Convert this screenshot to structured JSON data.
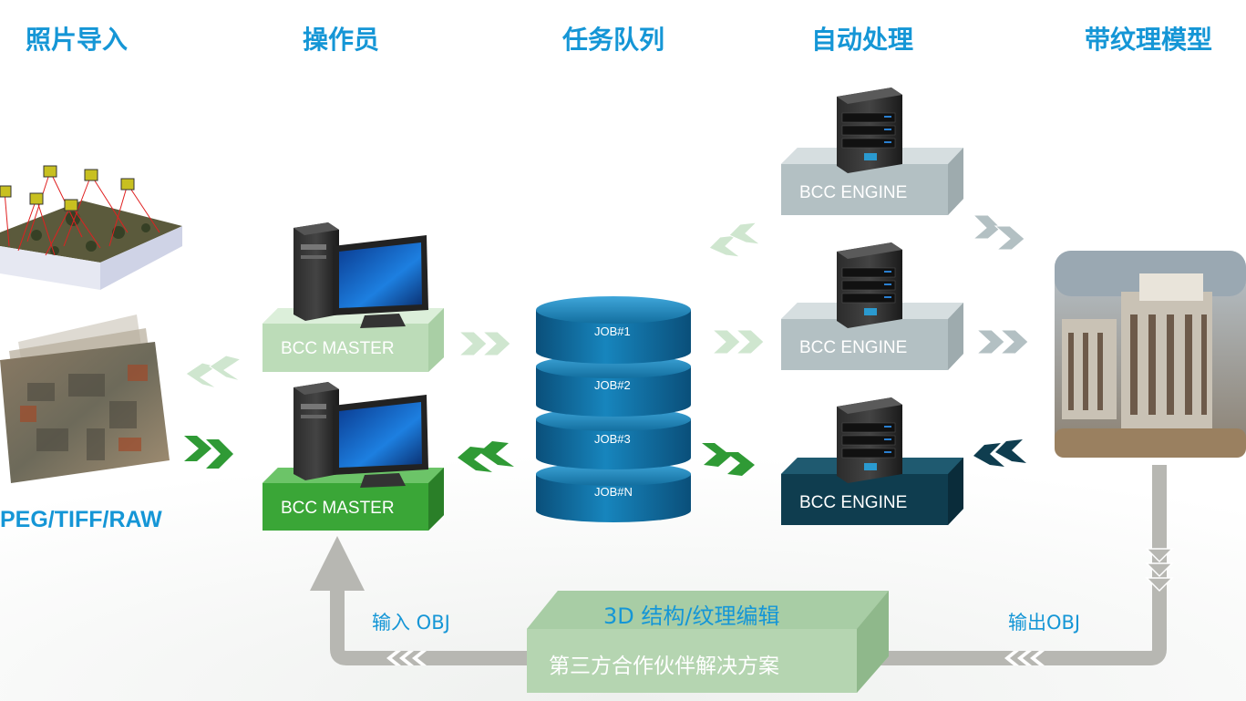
{
  "headers": {
    "photo_import": "照片导入",
    "operator": "操作员",
    "task_queue": "任务队列",
    "auto_process": "自动处理",
    "textured_model": "带纹理模型"
  },
  "formats_label": "PEG/TIFF/RAW",
  "masters": {
    "top": "BCC MASTER",
    "bottom": "BCC MASTER"
  },
  "jobs": [
    "JOB#1",
    "JOB#2",
    "JOB#3",
    "JOB#N"
  ],
  "engines": [
    "BCC ENGINE",
    "BCC ENGINE",
    "BCC ENGINE"
  ],
  "input_obj": "输入 OBJ",
  "output_obj": "输出OBJ",
  "third_party": {
    "title": "3D 结构/纹理编辑",
    "subtitle": "第三方合作伙伴解决方案"
  },
  "colors": {
    "header_blue": "#1596d6",
    "master_light_green": "#b5d9b3",
    "master_green": "#3fa83c",
    "engine_grey": "#b3c0c3",
    "engine_dark": "#0f3d4f",
    "queue_blue": "#0d6ea3",
    "loop_grey": "#b7b7b2"
  }
}
